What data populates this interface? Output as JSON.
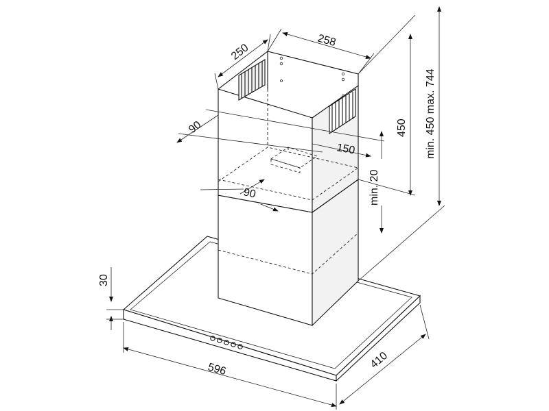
{
  "dimensions": {
    "chimney_depth": "250",
    "chimney_width": "258",
    "outlet_offset_left": "90",
    "outlet_offset_right": "150",
    "outlet_offset_front": "90",
    "min_gap": "min. 20",
    "upper_chimney_height": "450",
    "total_height": "min. 450 max. 744",
    "canopy_thickness": "30",
    "canopy_width": "596",
    "canopy_depth": "410"
  }
}
